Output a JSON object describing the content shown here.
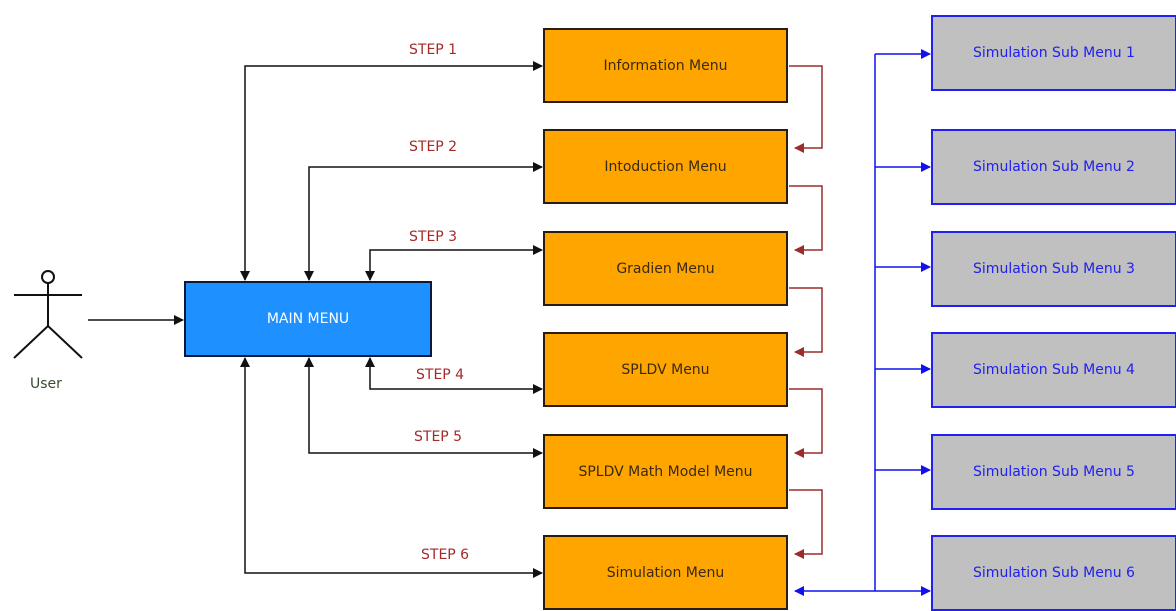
{
  "user": {
    "label": "User"
  },
  "main_menu": {
    "label": "MAIN MENU"
  },
  "menus": [
    {
      "label": "Information Menu"
    },
    {
      "label": "Intoduction Menu"
    },
    {
      "label": "Gradien Menu"
    },
    {
      "label": "SPLDV Menu"
    },
    {
      "label": "SPLDV Math Model Menu"
    },
    {
      "label": "Simulation Menu"
    }
  ],
  "steps": [
    "STEP 1",
    "STEP 2",
    "STEP 3",
    "STEP 4",
    "STEP 5",
    "STEP 6"
  ],
  "sub_menus": [
    {
      "label": "Simulation Sub Menu 1"
    },
    {
      "label": "Simulation Sub Menu 2"
    },
    {
      "label": "Simulation Sub Menu 3"
    },
    {
      "label": "Simulation Sub Menu 4"
    },
    {
      "label": "Simulation Sub Menu 5"
    },
    {
      "label": "Simulation Sub Menu 6"
    }
  ],
  "colors": {
    "menu_fill": "#ffa500",
    "main_fill": "#1e90ff",
    "sub_fill": "#c0c0c0",
    "sub_border": "#2020f0",
    "step_text": "#a52a2a",
    "chain_arrow": "#9b2c2c",
    "user_arrow": "#111111",
    "sub_arrow": "#1010f0"
  },
  "icons": {
    "user": "stick-figure-actor-icon"
  }
}
